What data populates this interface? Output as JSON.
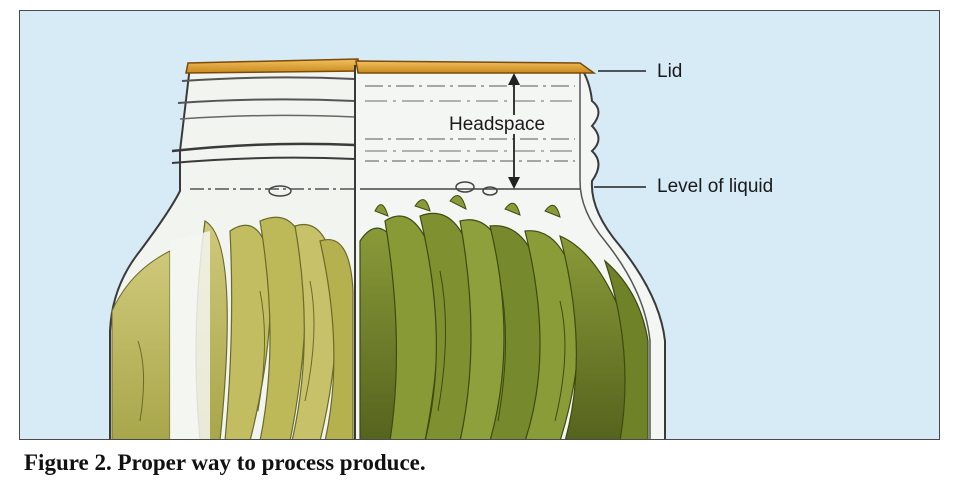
{
  "labels": {
    "lid": "Lid",
    "level_of_liquid": "Level of liquid",
    "headspace": "Headspace"
  },
  "caption": "Figure 2. Proper way to process produce.",
  "colors": {
    "background": "#d6ebf5",
    "lid": "#e0a030",
    "produce_light": "#b7b552",
    "produce_dark": "#6f7f2a",
    "glass": "#f4f6f4",
    "outline": "#3a3a3a"
  }
}
